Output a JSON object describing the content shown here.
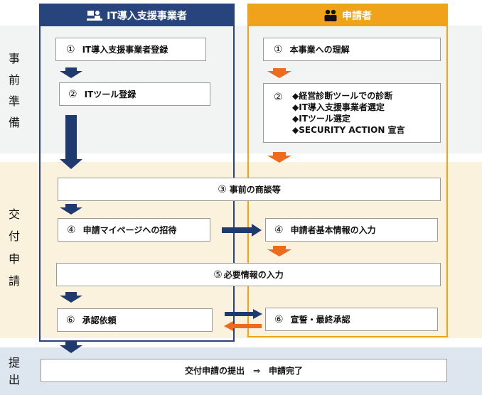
{
  "bands": {
    "prep": [
      "事",
      "前",
      "準",
      "備"
    ],
    "grant": [
      "交",
      "付",
      "申",
      "請"
    ],
    "submit": [
      "提",
      "出"
    ]
  },
  "columns": {
    "vendor": {
      "title": "IT導入支援事業者",
      "icon": "vendor-desk-icon"
    },
    "applicant": {
      "title": "申請者",
      "icon": "people-icon"
    }
  },
  "steps": {
    "vendor_register": {
      "num": "①",
      "label": "IT導入支援事業者登録"
    },
    "understand": {
      "num": "①",
      "label": "本事業への理解"
    },
    "tool_register": {
      "num": "②",
      "label": "ITツール登録"
    },
    "applicant_prep": {
      "num": "②",
      "items": [
        "◆経営診断ツールでの診断",
        "◆IT導入支援事業者選定",
        "◆ITツール選定",
        "◆SECURITY ACTION 宣言"
      ]
    },
    "negotiation": {
      "num": "③",
      "label": "事前の商談等"
    },
    "invite": {
      "num": "④",
      "label": "申請マイページへの招待"
    },
    "basic_info": {
      "num": "④",
      "label": "申請者基本情報の入力"
    },
    "required_info": {
      "num": "⑤",
      "label": "必要情報の入力"
    },
    "request_approval": {
      "num": "⑥",
      "label": "承認依頼"
    },
    "pledge": {
      "num": "⑥",
      "label": "宣誓・最終承認"
    },
    "submit": {
      "label": "交付申請の提出　⇒　申請完了"
    }
  },
  "colors": {
    "vendor": "#27457c",
    "applicant": "#f0a21a",
    "arrow_orange": "#ee6a1c"
  }
}
